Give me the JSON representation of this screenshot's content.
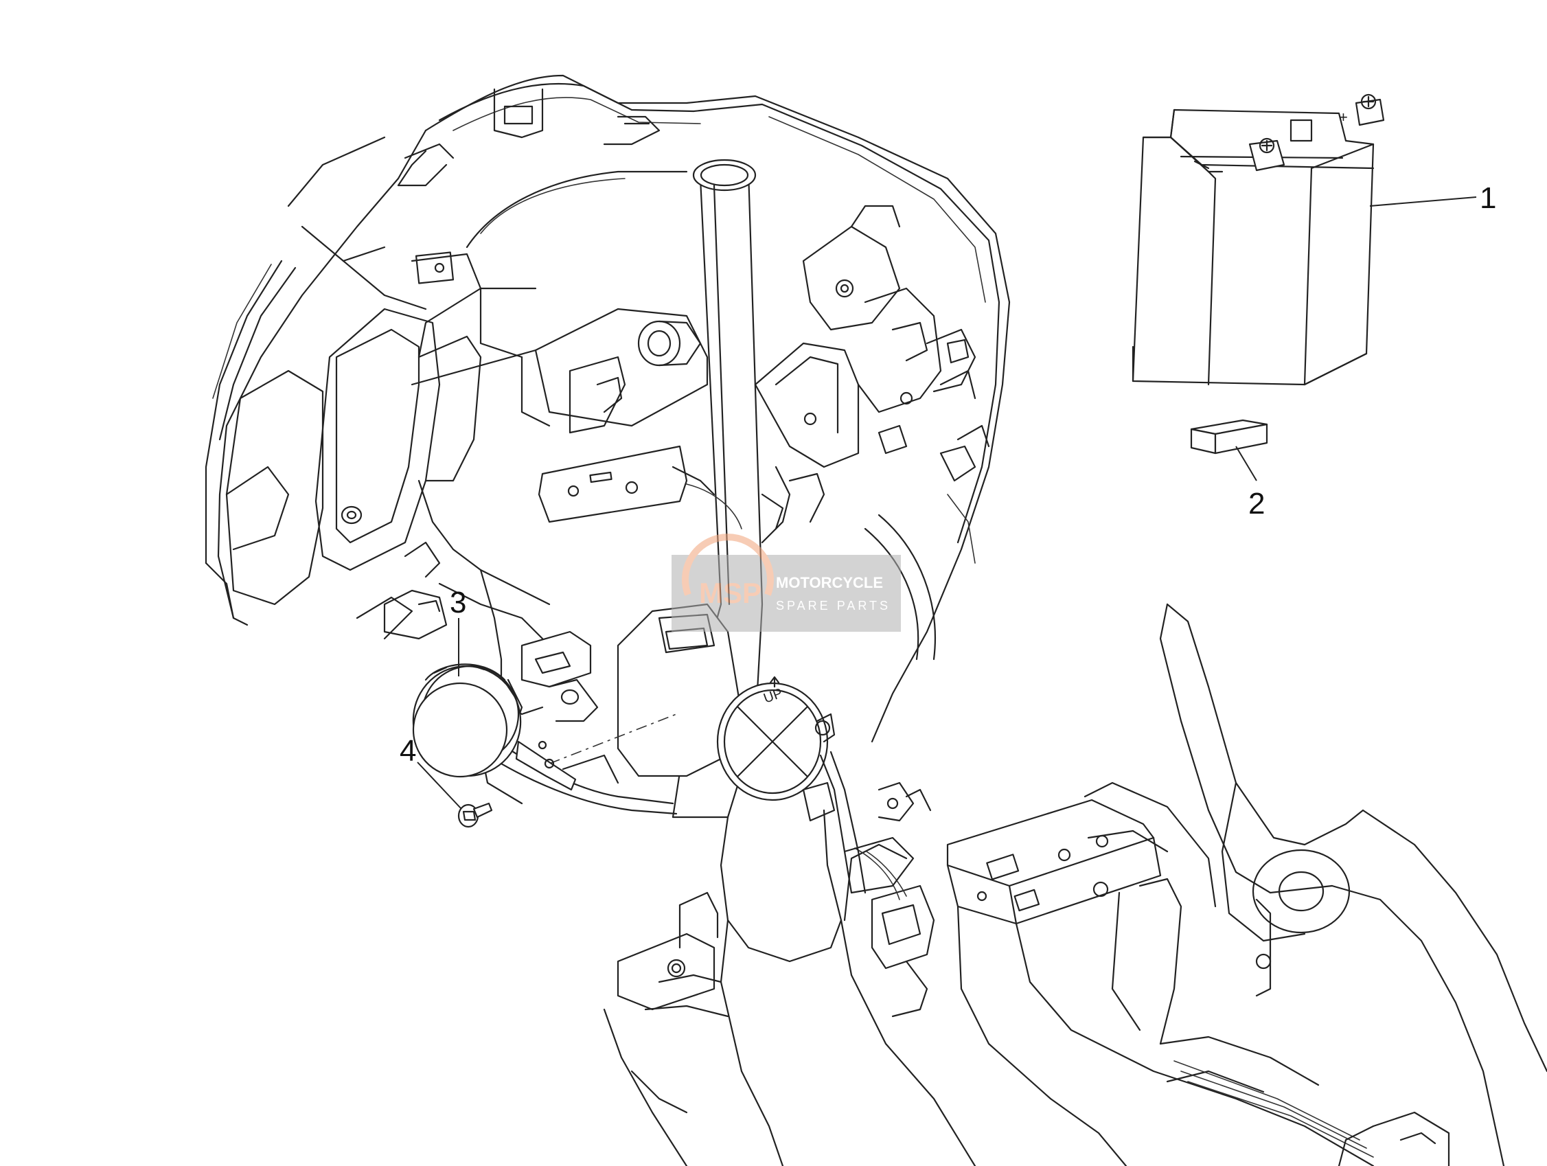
{
  "callouts": [
    {
      "id": "1",
      "label": "1",
      "part": "battery"
    },
    {
      "id": "2",
      "label": "2",
      "part": "battery-pad"
    },
    {
      "id": "3",
      "label": "3",
      "part": "horn"
    },
    {
      "id": "4",
      "label": "4",
      "part": "horn-screw"
    }
  ],
  "embossed": {
    "up_label": "UP",
    "battery_plus": "+",
    "battery_minus": "−"
  },
  "watermark": {
    "logo_letters": "MSP",
    "title": "MOTORCYCLE",
    "subtitle": "SPARE PARTS",
    "colors": {
      "logo": "#f2a47a",
      "text": "#ffffff",
      "panel": "#9a9a9a"
    }
  },
  "colors": {
    "line": "#222222",
    "background": "#ffffff"
  }
}
